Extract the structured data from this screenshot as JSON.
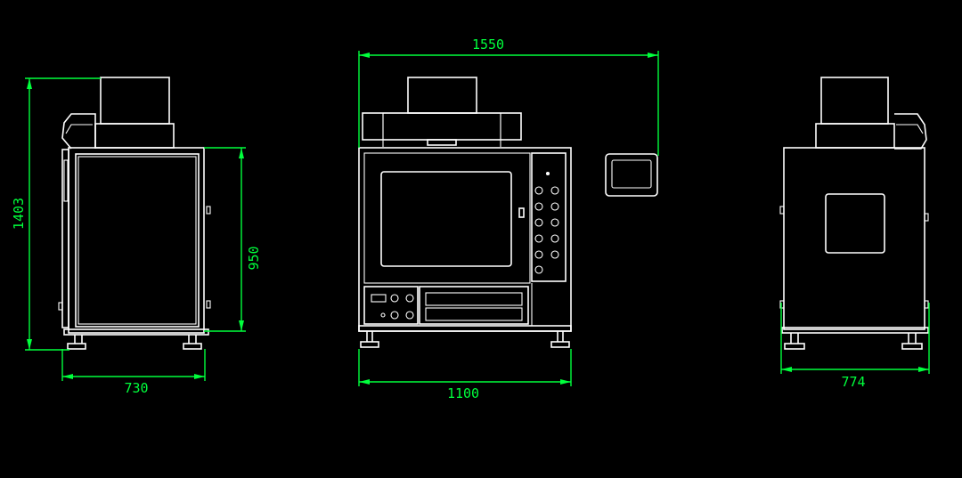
{
  "colors": {
    "background": "#000000",
    "linework": "#ffffff",
    "dimension": "#00ff3c"
  },
  "views": {
    "side_left": {
      "height_dim": "1403",
      "body_height_dim": "950",
      "width_dim": "730"
    },
    "front": {
      "overall_width_dim": "1550",
      "body_width_dim": "1100"
    },
    "side_right": {
      "width_dim": "774"
    }
  }
}
